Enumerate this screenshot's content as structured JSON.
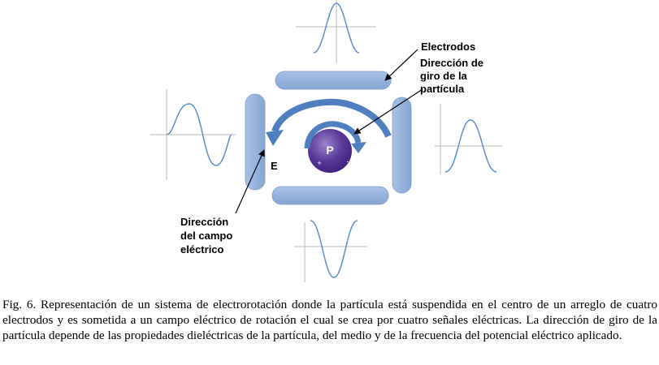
{
  "labels": {
    "electrodes": "Electrodos",
    "rotation": [
      "Dirección de",
      "giro de la",
      "partícula"
    ],
    "field": [
      "Dirección",
      "del campo",
      "eléctrico"
    ],
    "e": "E",
    "particle": "P",
    "plus": "+",
    "minus": "-"
  },
  "caption": "Fig. 6. Representación de un sistema de electrorotación donde la partícula está suspendida en el centro de un arreglo de cuatro electrodos y es sometida a un campo eléctrico de rotación el cual se crea por cuatro señales eléctricas. La dirección de giro de la partícula depende de las propiedades dieléctricas de la partícula, del medio y de la frecuencia del potencial eléctrico aplicado.",
  "colors": {
    "electrode": "#92afd9",
    "electrode_edge": "#7f9cc8",
    "arrow": "#4f7fbf",
    "particle_light": "#8a6fc0",
    "particle_dark": "#3d1f7a",
    "wave": "#5b8fd0",
    "axis": "#b8b8b8"
  },
  "icons": {
    "arrow": "curved-arrow-icon"
  }
}
